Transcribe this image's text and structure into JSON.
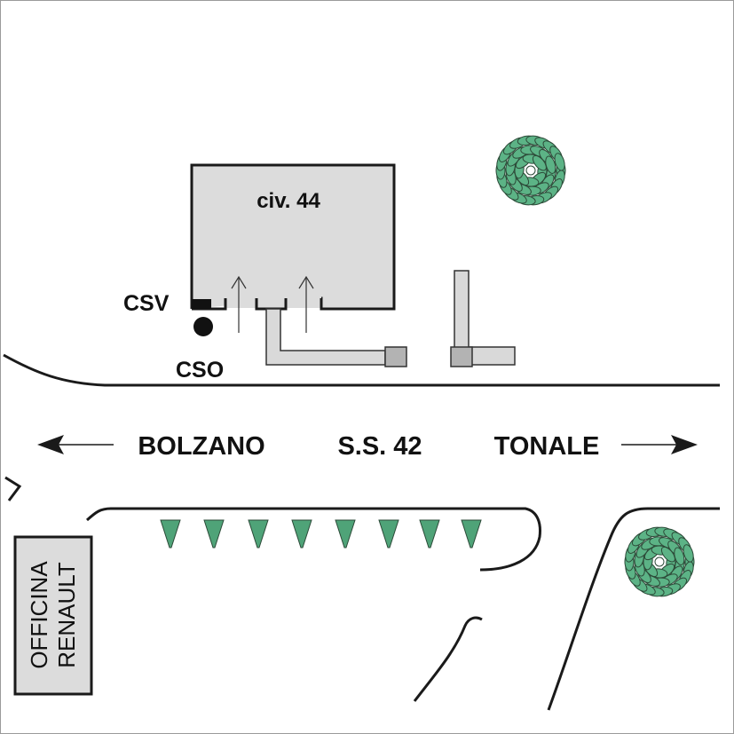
{
  "building": {
    "label": "civ. 44"
  },
  "markers": {
    "csv": "CSV",
    "cso": "CSO"
  },
  "road": {
    "west_label": "BOLZANO",
    "name": "S.S. 42",
    "east_label": "TONALE"
  },
  "garage": {
    "line1": "OFFICINA",
    "line2": "RENAULT"
  },
  "colors": {
    "building_fill": "#dcdcdc",
    "outline": "#1a1a1a",
    "pipe_fill": "#d9d9d9",
    "tree": "#5cb386",
    "tree_dark": "#2c4a38",
    "shrub": "#4fa378"
  }
}
